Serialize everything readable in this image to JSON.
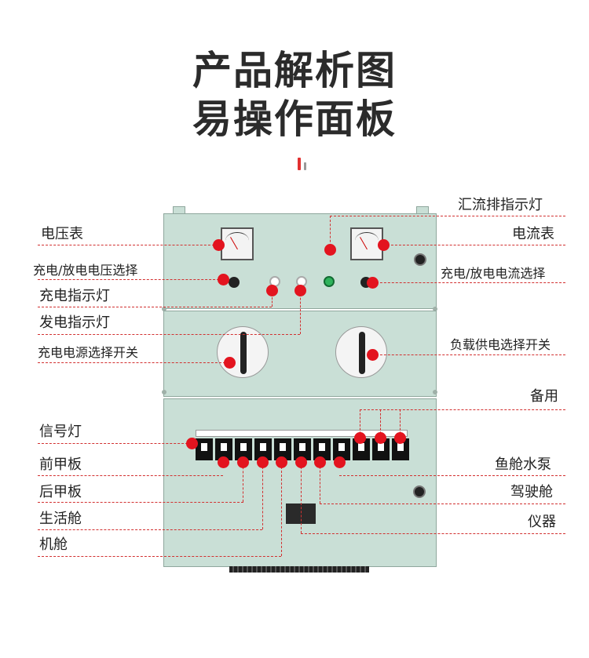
{
  "header": {
    "line1": "产品解析图",
    "line2": "易操作面板"
  },
  "labels": {
    "voltmeter": "电压表",
    "ammeter": "电流表",
    "busbar_lamp": "汇流排指示灯",
    "charge_voltage_select": "充电/放电电压选择",
    "charge_current_select": "充电/放电电流选择",
    "charge_lamp": "充电指示灯",
    "generator_lamp": "发电指示灯",
    "charge_source_switch": "充电电源选择开关",
    "load_supply_switch": "负载供电选择开关",
    "spare": "备用",
    "signal_lamp": "信号灯",
    "fore_deck": "前甲板",
    "aft_deck": "后甲板",
    "living_cabin": "生活舱",
    "engine_room": "机舱",
    "fish_pump": "鱼舱水泵",
    "wheelhouse": "驾驶舱",
    "instruments": "仪器"
  },
  "colors": {
    "accent": "#e3141f",
    "panel": "#c9dfd6"
  }
}
